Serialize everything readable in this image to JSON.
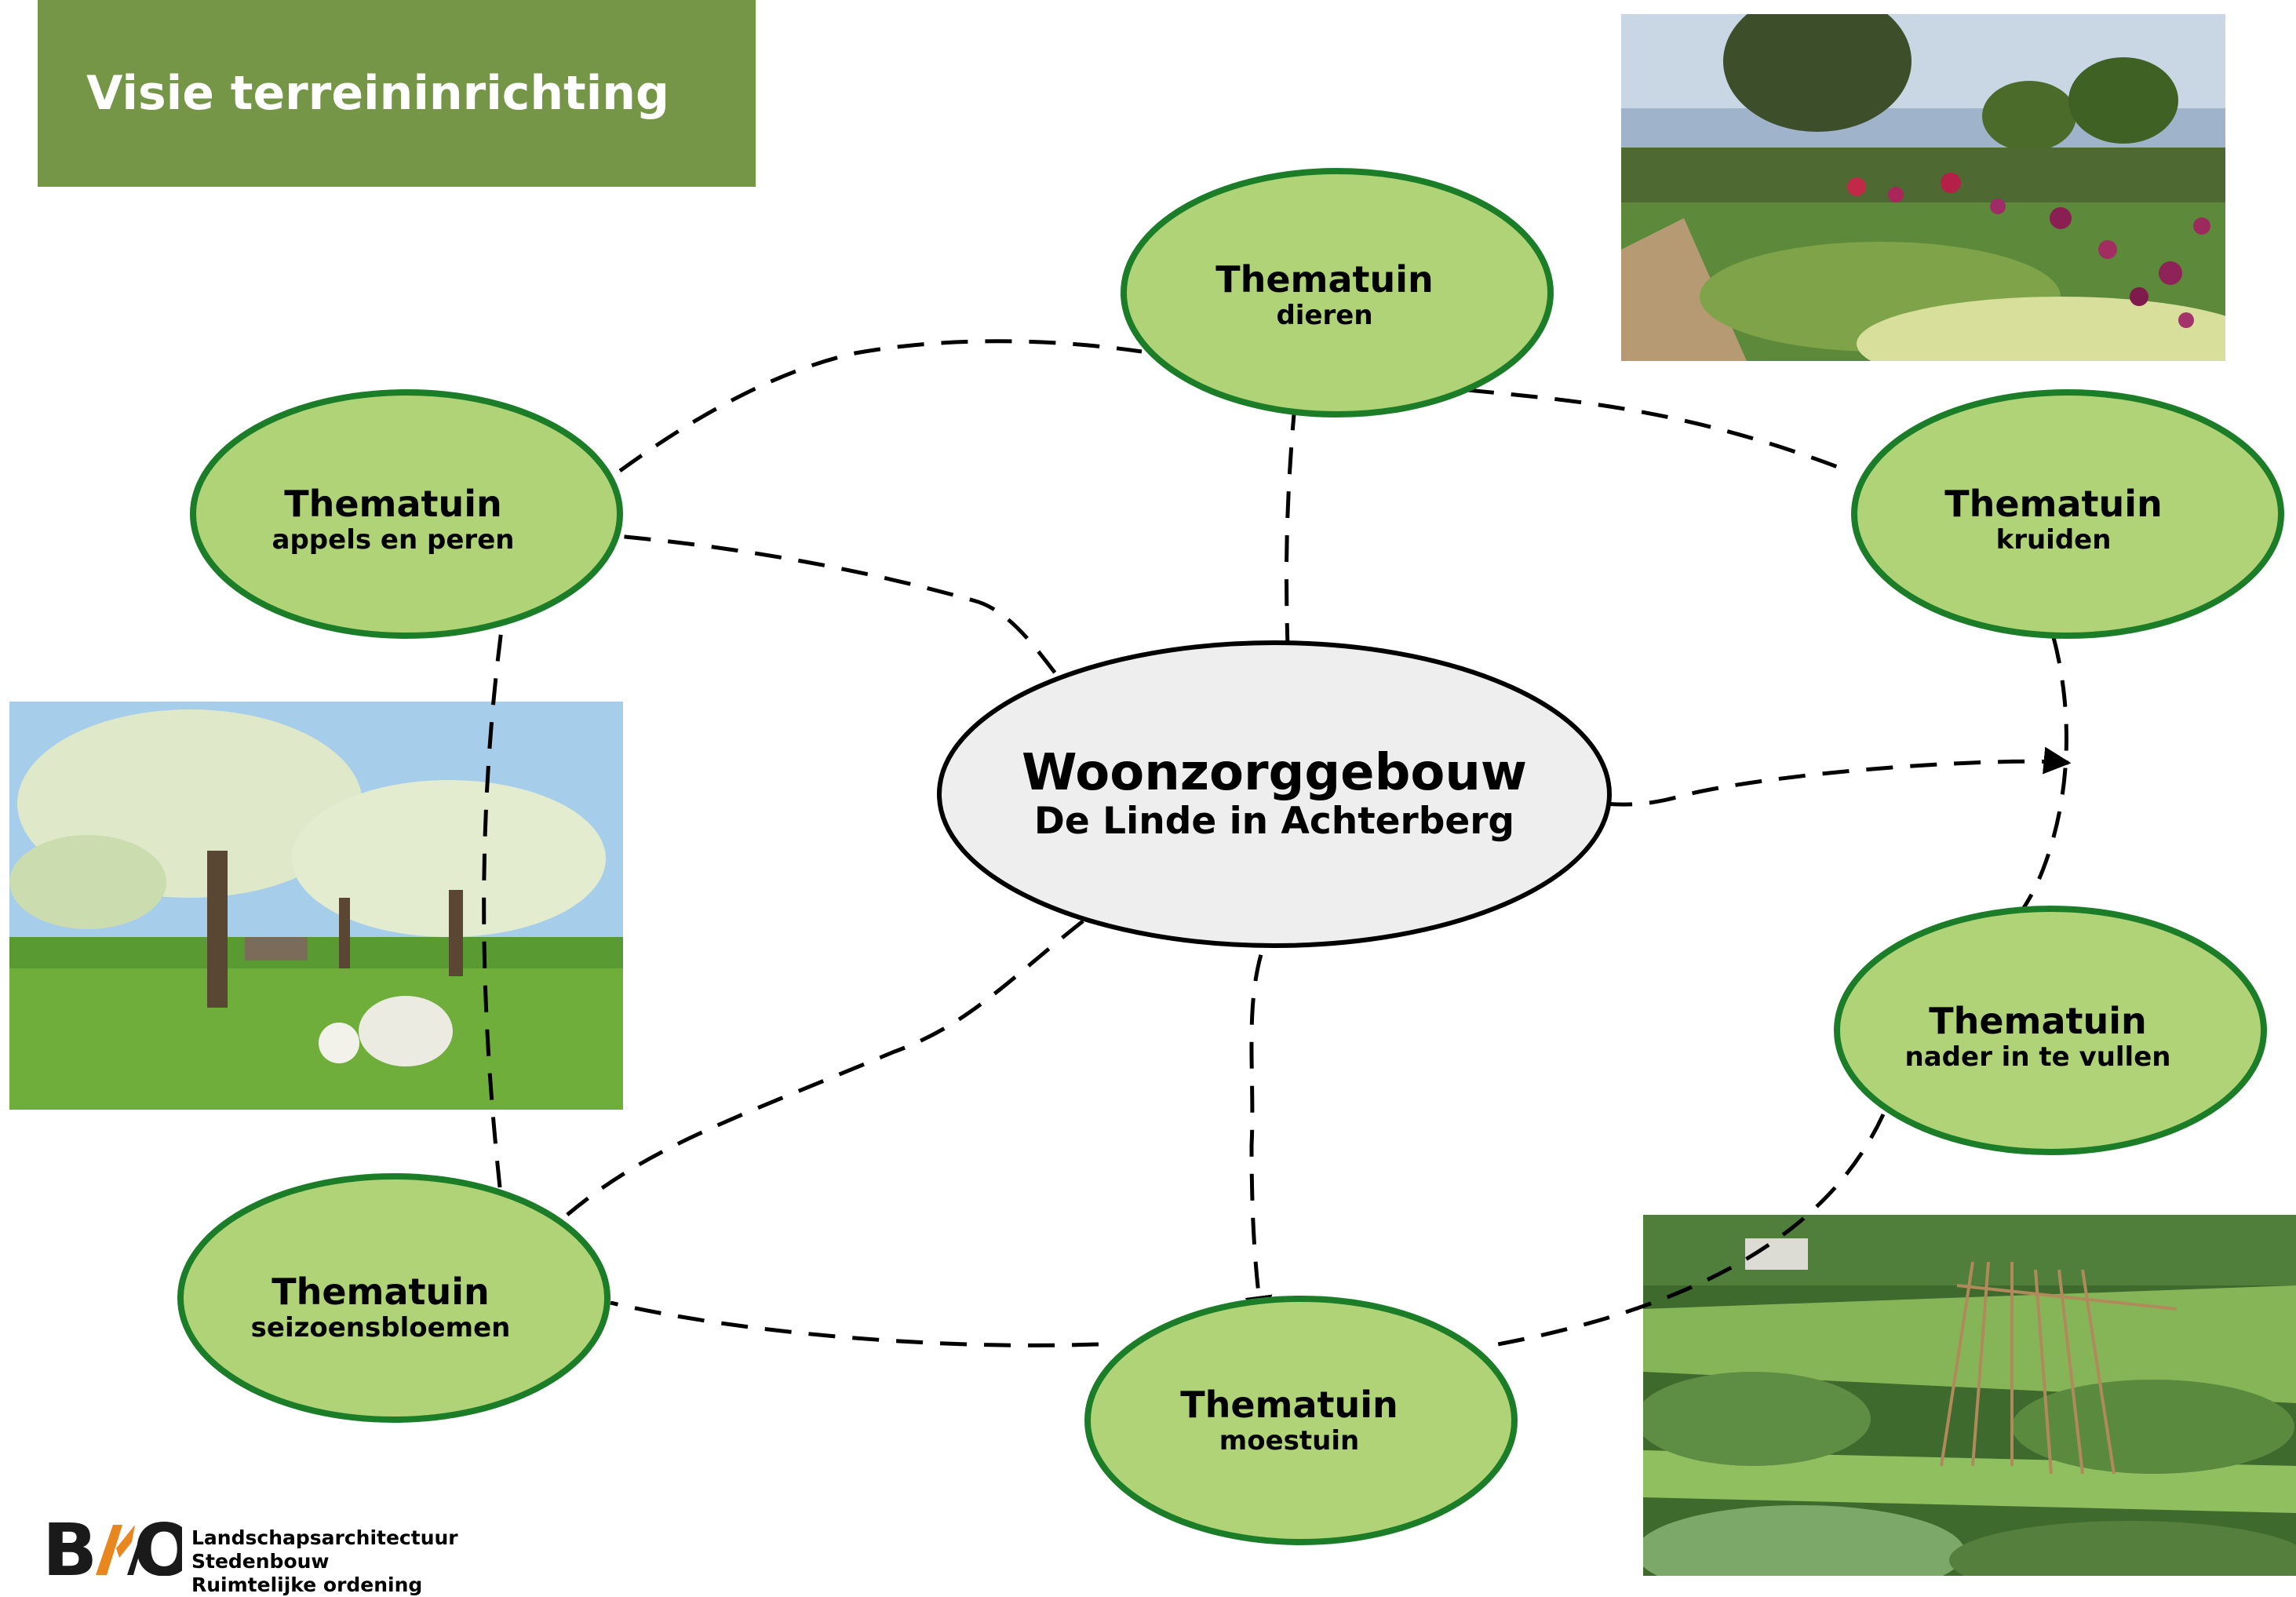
{
  "title": "Visie terreininrichting",
  "center": {
    "title": "Woonzorggebouw",
    "subtitle": "De Linde in Achterberg"
  },
  "themes": [
    {
      "title": "Thematuin",
      "subtitle": "dieren"
    },
    {
      "title": "Thematuin",
      "subtitle": "appels en peren"
    },
    {
      "title": "Thematuin",
      "subtitle": "kruiden"
    },
    {
      "title": "Thematuin",
      "subtitle": "nader in te vullen"
    },
    {
      "title": "Thematuin",
      "subtitle": "seizoensbloemen"
    },
    {
      "title": "Thematuin",
      "subtitle": "moestuin"
    }
  ],
  "logo": {
    "lines": [
      "Landschapsarchitectuur",
      "Stedenbouw",
      "Ruimtelijke ordening"
    ]
  },
  "colors": {
    "banner": "#759647",
    "node_fill": "#b1d378",
    "node_stroke": "#1c7d28",
    "center_fill": "#eeeeee",
    "logo_accent": "#e8861f"
  },
  "photos": [
    {
      "id": "photo-flower-garden",
      "icon": "flower-garden-photo"
    },
    {
      "id": "photo-orchard-sheep",
      "icon": "orchard-sheep-photo"
    },
    {
      "id": "photo-vegetable-garden",
      "icon": "vegetable-garden-photo"
    }
  ]
}
